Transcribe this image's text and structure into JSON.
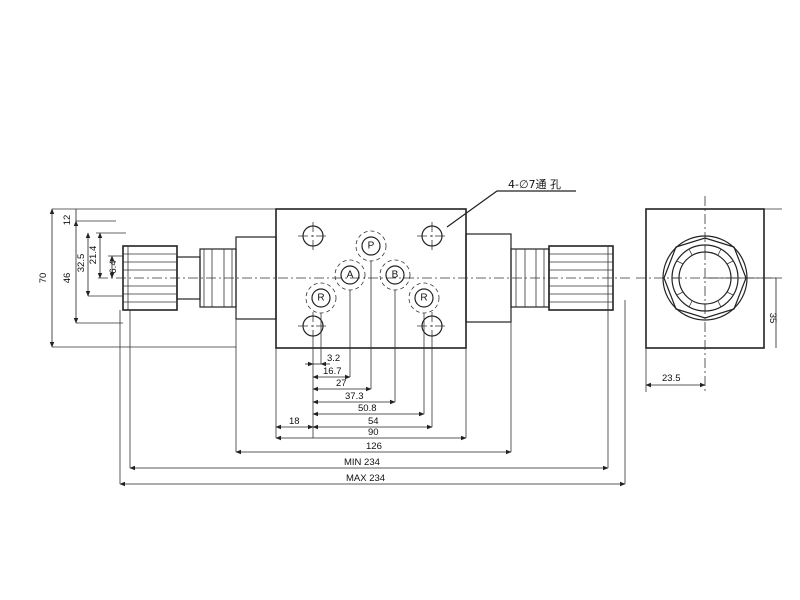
{
  "note": "4-∅7通 孔",
  "ports": {
    "p": "P",
    "a": "A",
    "b": "B",
    "r": "R"
  },
  "dims": {
    "d12": "12",
    "d21_4": "21.4",
    "d32_5": "32.5",
    "d6_4": "6.4",
    "d46": "46",
    "d70": "70",
    "d3_2": "3.2",
    "d16_7": "16.7",
    "d27": "27",
    "d37_3": "37.3",
    "d50_8": "50.8",
    "d54": "54",
    "d18": "18",
    "d90": "90",
    "d126": "126",
    "min": "MIN 234",
    "max": "MAX 234",
    "d23_5": "23.5",
    "d35": "35"
  }
}
